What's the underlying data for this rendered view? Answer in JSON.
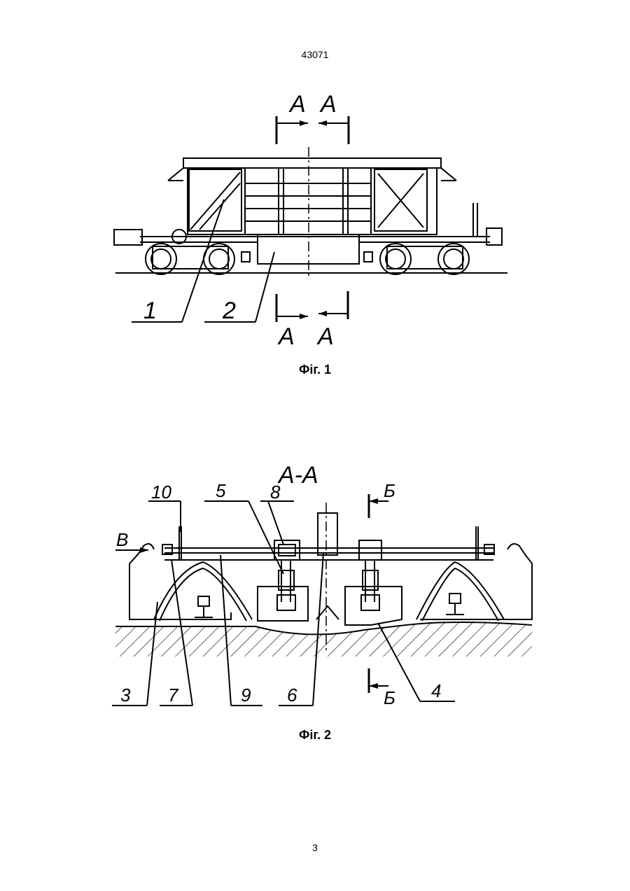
{
  "header": {
    "doc_number": "43071"
  },
  "figure1": {
    "caption": "Фіг. 1",
    "section_top": [
      "A",
      "A"
    ],
    "section_bottom": [
      "A",
      "A"
    ],
    "callouts": [
      "1",
      "2"
    ]
  },
  "figure2": {
    "caption": "Фіг. 2",
    "title": "А-А",
    "section_mark_top": "Б",
    "section_mark_bottom": "Б",
    "view_mark": "В",
    "callouts": {
      "c10": "10",
      "c5": "5",
      "c8": "8",
      "c3": "3",
      "c7": "7",
      "c9": "9",
      "c6": "6",
      "c4": "4"
    }
  },
  "footer": {
    "page_number": "3"
  }
}
